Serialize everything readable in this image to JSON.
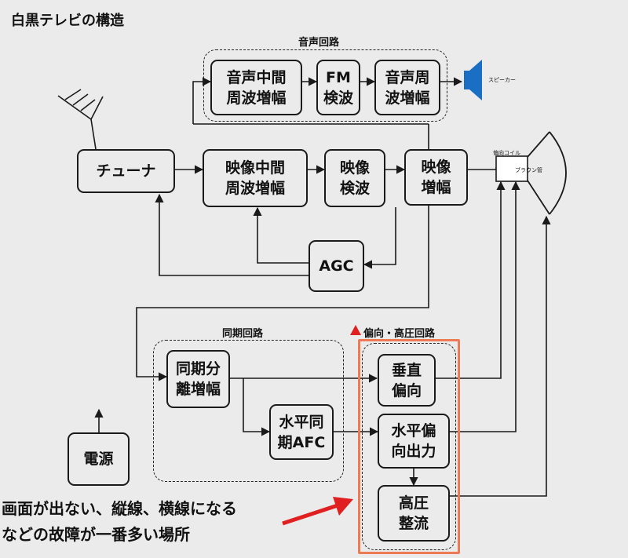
{
  "title": "白黒テレビの構造",
  "groups": {
    "audio_circuit": "音声回路",
    "sync_circuit": "同期回路",
    "deflection_hv_circuit": "偏向・高圧回路"
  },
  "blocks": {
    "audio_if_amp": [
      "音声中間",
      "周波増幅"
    ],
    "fm_detector": [
      "FM",
      "検波"
    ],
    "audio_freq_amp": [
      "音声周",
      "波増幅"
    ],
    "tuner": [
      "チューナ"
    ],
    "video_if_amp": [
      "映像中間",
      "周波増幅"
    ],
    "video_detector": [
      "映像",
      "検波"
    ],
    "video_amp": [
      "映像",
      "増幅"
    ],
    "agc": [
      "AGC"
    ],
    "sync_separator": [
      "同期分",
      "離増幅"
    ],
    "horizontal_afc": [
      "水平同",
      "期AFC"
    ],
    "vertical_deflection": [
      "垂直",
      "偏向"
    ],
    "horizontal_output": [
      "水平偏",
      "向出力"
    ],
    "hv_rectifier": [
      "高圧",
      "整流"
    ],
    "power_supply": [
      "電源"
    ]
  },
  "labels": {
    "speaker": "スピーカー",
    "deflection_coil": "偏向コイル",
    "crt": "ブラウン管"
  },
  "note": {
    "line1": "画面が出ない、縦線、横線になる",
    "line2": "などの故障が一番多い場所"
  },
  "colors": {
    "background": "#ebebeb",
    "line": "#1a1a1a",
    "speaker": "#1a6fc4",
    "highlight_frame": "#ee7a56",
    "arrow_red": "#e02020"
  },
  "icons": [
    "antenna-icon",
    "speaker-icon",
    "crt-icon",
    "red-triangle-icon",
    "red-arrow-icon"
  ]
}
